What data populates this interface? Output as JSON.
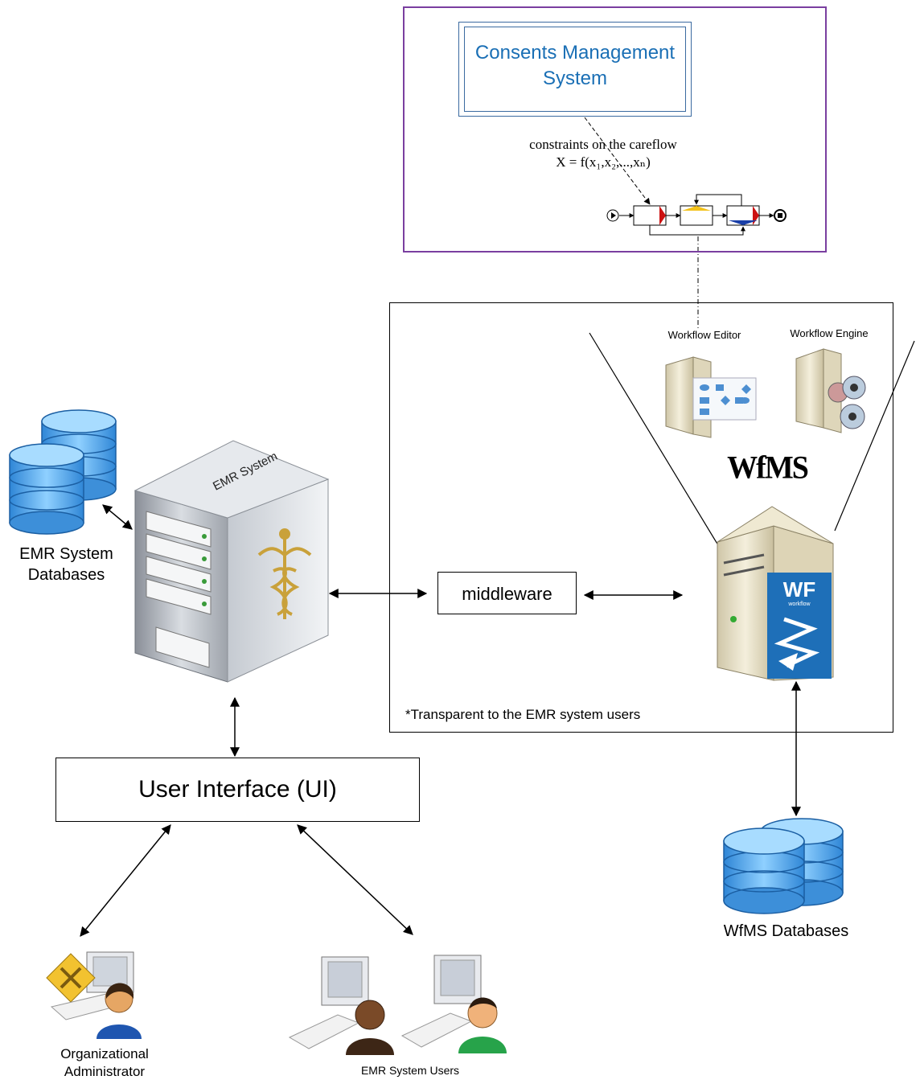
{
  "consents_box": {
    "title": "Consents Management System",
    "constraints_text": "constraints on the careflow",
    "formula": "X = f(x₁,x₂,...,xₙ)"
  },
  "wfms": {
    "editor_label": "Workflow Editor",
    "engine_label": "Workflow Engine",
    "wfms_label": "WfMS",
    "wf_logo_text": "WF",
    "wf_logo_sub": "workflow",
    "transparent_note": "*Transparent to the EMR system users"
  },
  "emr": {
    "server_label": "EMR System",
    "databases_label": "EMR System Databases"
  },
  "middleware_label": "middleware",
  "ui_label": "User Interface (UI)",
  "wfms_databases_label": "WfMS Databases",
  "org_admin_label": "Organizational Administrator",
  "emr_users_label": "EMR System Users",
  "colors": {
    "consents_border": "#7a3fa0",
    "consents_title": "#1a6fb5",
    "db_blue": "#4fa8e8",
    "wf_logo_bg": "#1e6fb8",
    "caduceus_gold": "#c9a13a"
  }
}
